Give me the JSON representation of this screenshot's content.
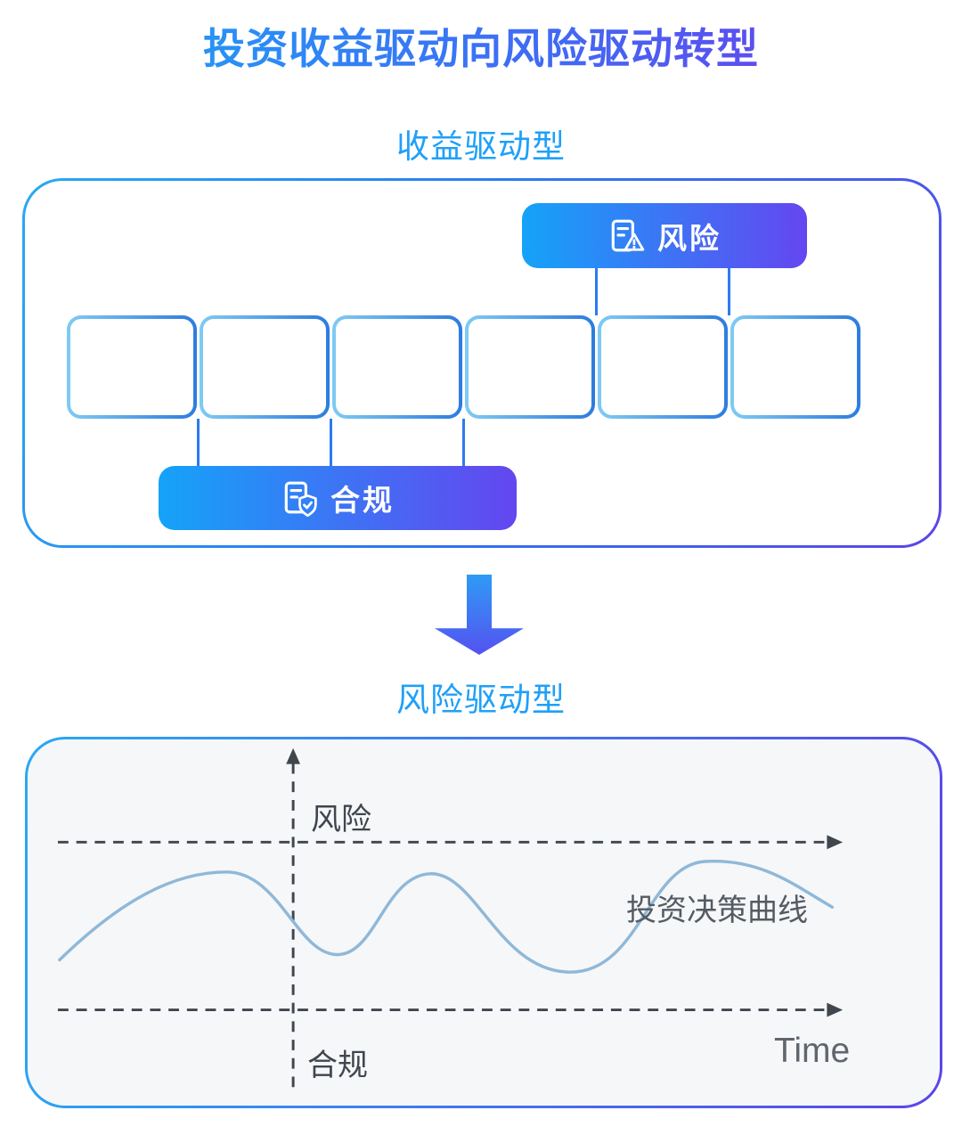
{
  "title": "投资收益驱动向风险驱动转型",
  "sections": {
    "top": {
      "label": "收益驱动型",
      "risk_badge_label": "风险",
      "compliance_badge_label": "合规",
      "process_box_count": 6
    },
    "bottom": {
      "label": "风险驱动型",
      "chart": {
        "upper_reference_label": "风险",
        "lower_reference_label": "合规",
        "x_axis_label": "Time",
        "curve_label": "投资决策曲线"
      }
    }
  },
  "icons": {
    "risk_badge_icon": "document-warning-icon",
    "compliance_badge_icon": "document-shield-check-icon",
    "transition_icon": "down-arrow-icon"
  },
  "colors": {
    "title_gradient": [
      "#2596F5",
      "#5F4BEF"
    ],
    "subtitle_blue": "#1FA0F8",
    "badge_gradient": [
      "#15A3F9",
      "#6446F0"
    ],
    "panel_border_gradient": [
      "#29A9F2",
      "#5A46E9"
    ],
    "box_border_gradient": [
      "#7FCBF2",
      "#2C7CDF"
    ],
    "connector_blue": "#2B7BF0",
    "chart_axis_gray": "#3F464D",
    "curve_blue": "#8FB8D8",
    "panel_background": "#F6F7F9"
  },
  "chart_data": {
    "type": "line",
    "x_axis_label": "Time",
    "reference_lines": [
      "风险",
      "合规"
    ],
    "series": [
      {
        "name": "投资决策曲线",
        "x_normalized": [
          0.0,
          0.21,
          0.35,
          0.47,
          0.64,
          0.81,
          0.97
        ],
        "y_between_compliance0_and_risk1": [
          0.3,
          0.82,
          0.33,
          0.81,
          0.23,
          0.88,
          0.61
        ]
      }
    ]
  }
}
